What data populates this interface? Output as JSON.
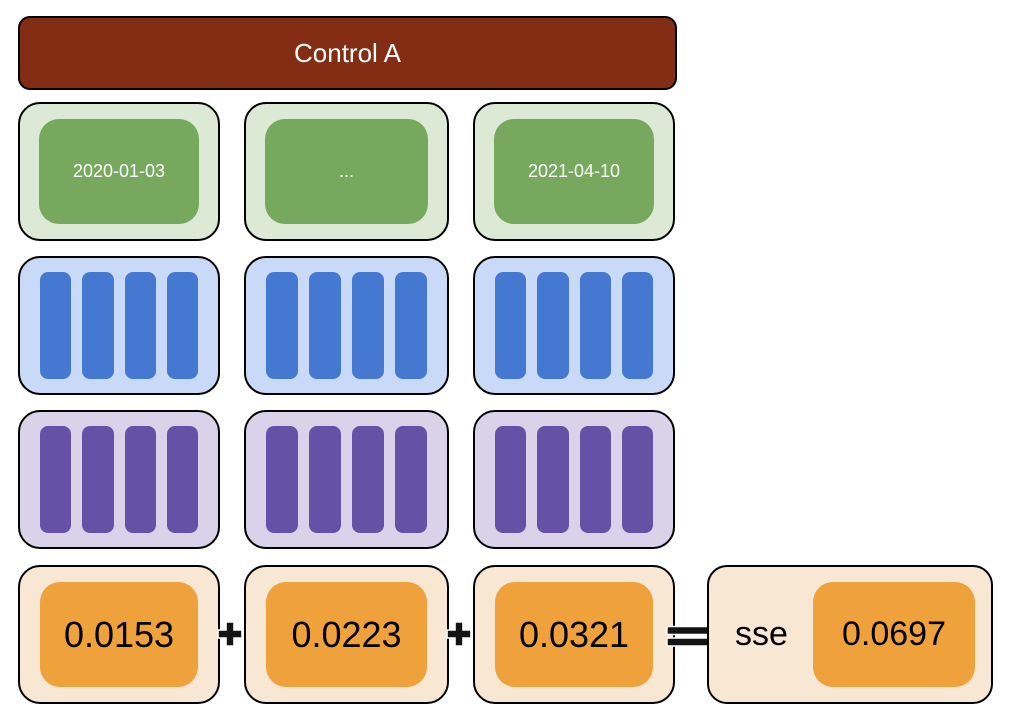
{
  "header": {
    "label": "Control A",
    "bg_color": "#842D15",
    "text_color": "#FFFFFF"
  },
  "date_row": {
    "items": [
      "2020-01-03",
      "...",
      "2021-04-10"
    ],
    "outer_color": "#DCEAD5",
    "inner_color": "#76A85E",
    "text_color": "#FFFFFF"
  },
  "bar_rows": [
    {
      "name": "blue-histograms",
      "boxes": 3,
      "bars_per_box": 4,
      "outer_color": "#C9DAF8",
      "bar_color": "#4579D1"
    },
    {
      "name": "purple-histograms",
      "boxes": 3,
      "bars_per_box": 4,
      "outer_color": "#D9D2E9",
      "bar_color": "#6551A5"
    }
  ],
  "value_row": {
    "values": [
      "0.0153",
      "0.0223",
      "0.0321"
    ],
    "outer_color": "#F8E7D3",
    "inner_color": "#EFA13C",
    "text_color": "#000000"
  },
  "operators": {
    "plus": "+",
    "equals": "="
  },
  "result": {
    "label": "sse",
    "value": "0.0697"
  }
}
